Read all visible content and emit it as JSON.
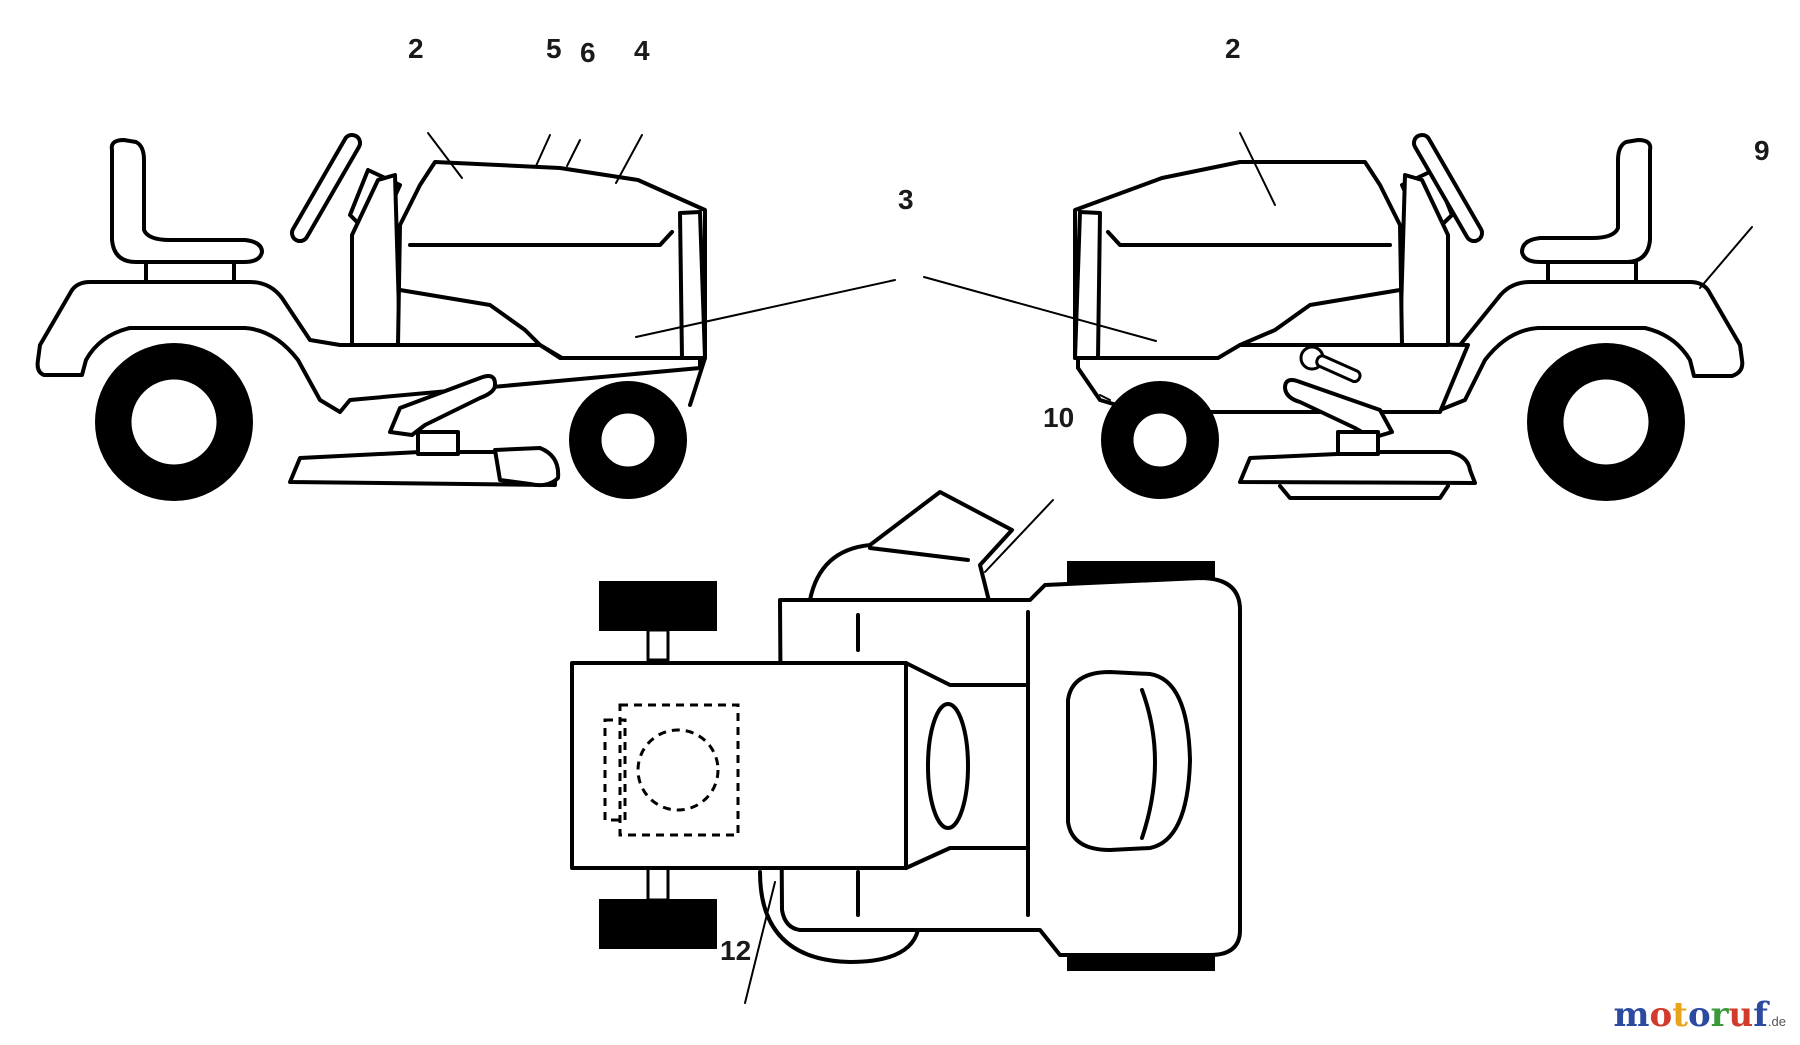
{
  "callouts": {
    "left_2": "2",
    "left_5": "5",
    "left_6": "6",
    "left_4": "4",
    "mid_3": "3",
    "right_2": "2",
    "right_9": "9",
    "right_10": "10",
    "bottom_12": "12"
  },
  "watermark": {
    "letters": [
      "m",
      "o",
      "t",
      "o",
      "r",
      "u",
      "f"
    ],
    "colors": [
      "#2b4aa0",
      "#d23a2c",
      "#e8a51a",
      "#2b4aa0",
      "#3a9a3a",
      "#d23a2c",
      "#2b4aa0"
    ],
    "suffix": ".de"
  }
}
